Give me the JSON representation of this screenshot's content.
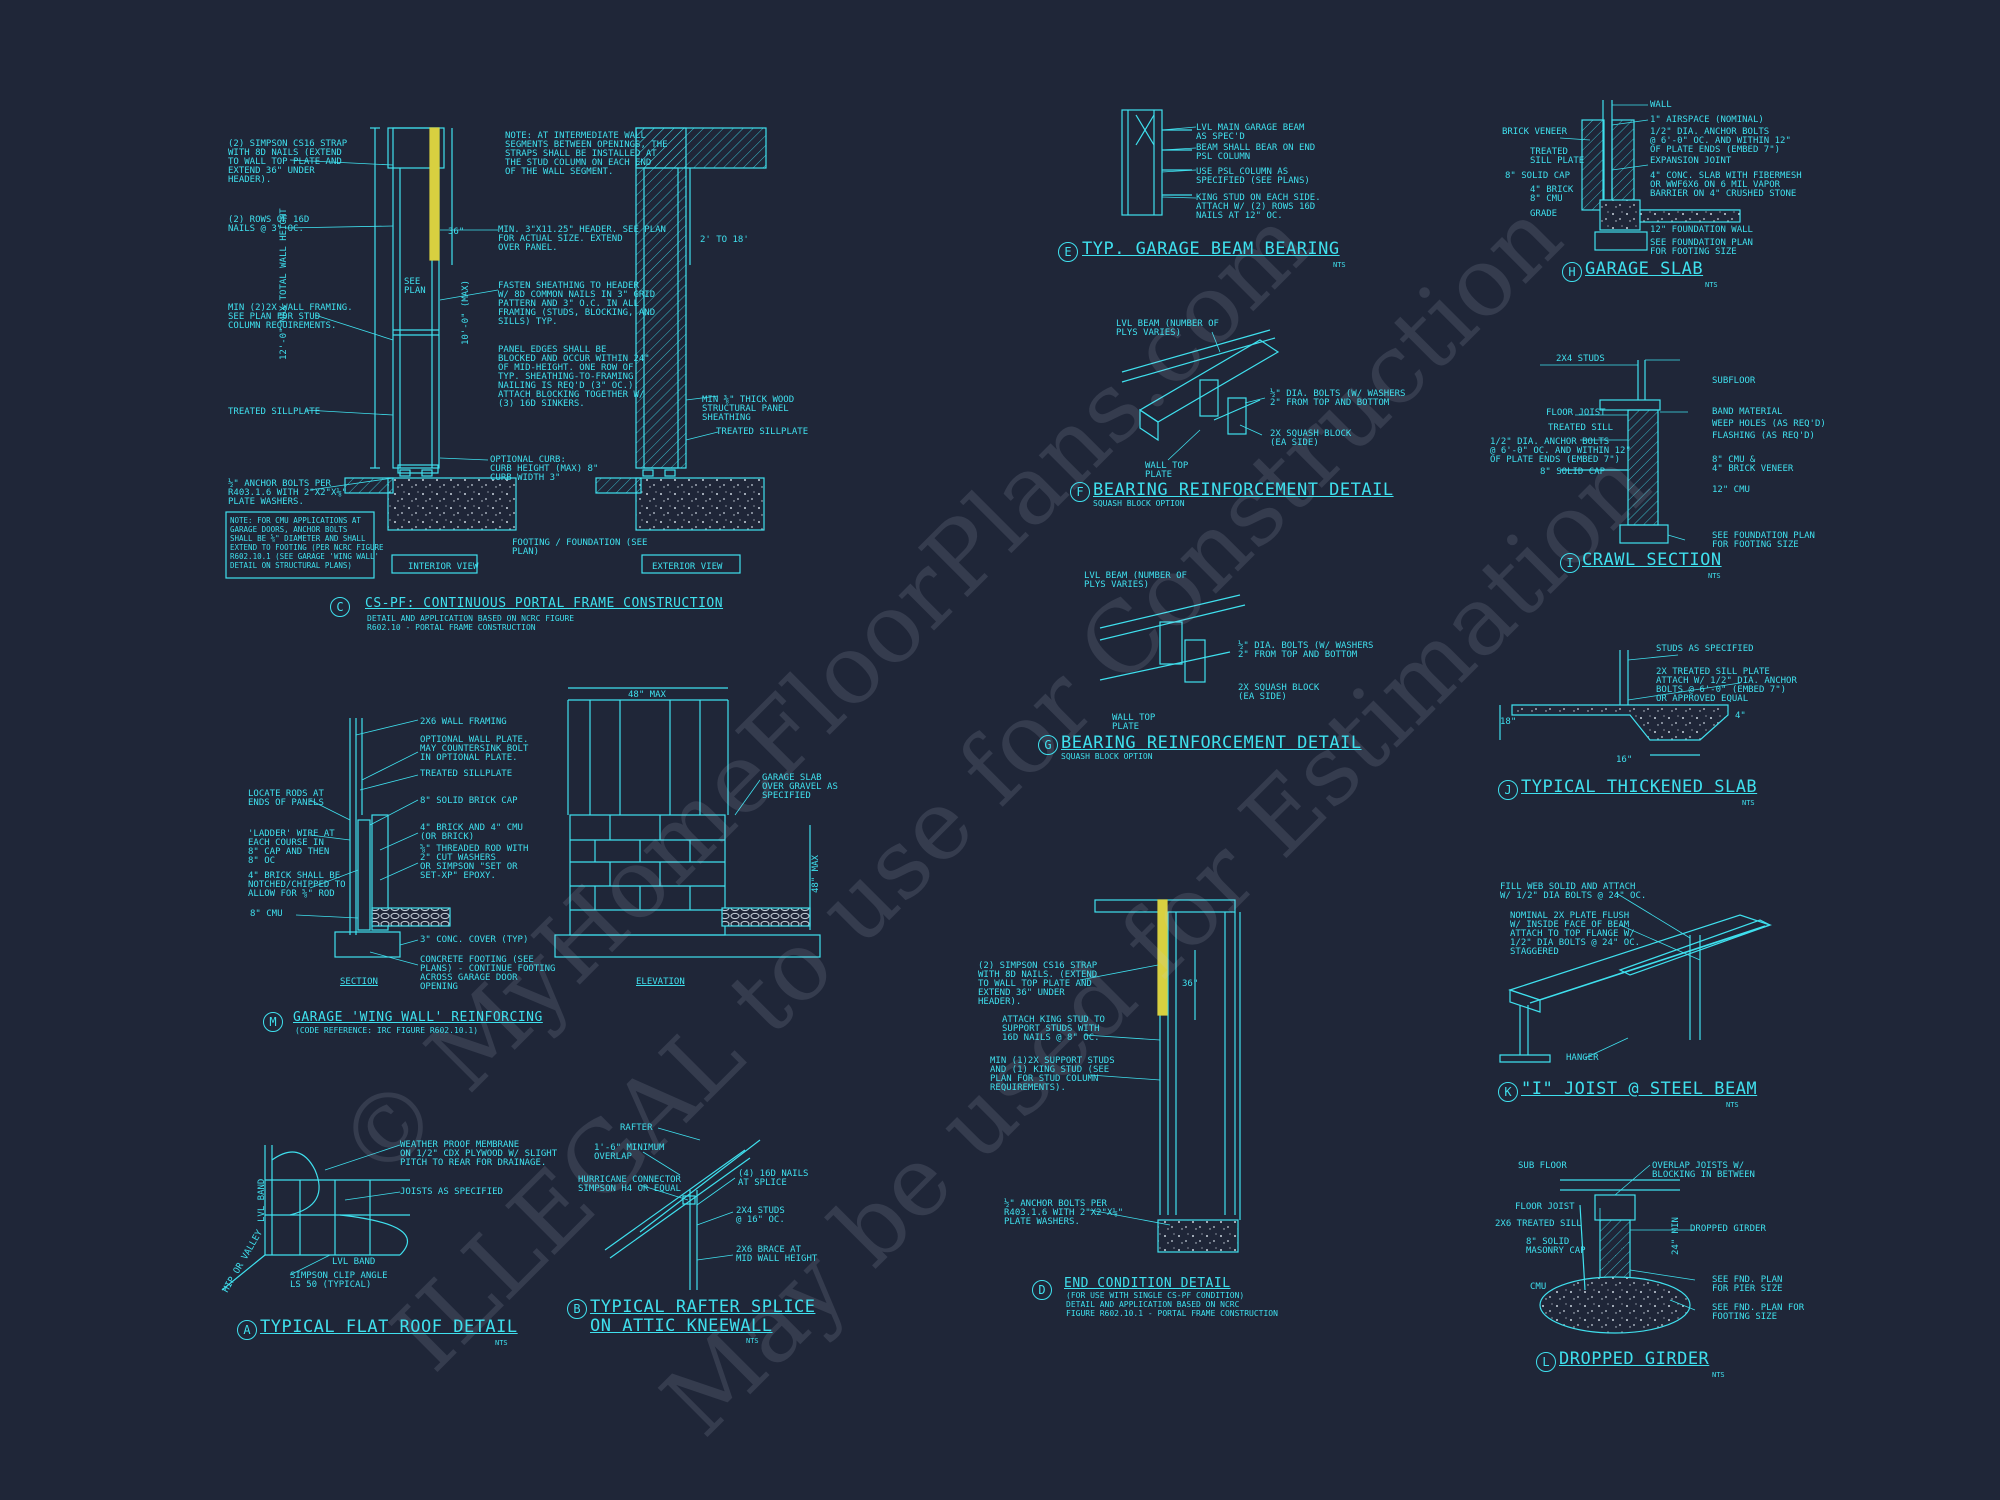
{
  "watermark": {
    "line1": "© MyHomeFloorPlans.com",
    "line2": "ILLEGAL to use for Construction",
    "line3": "May be used for Estimation"
  },
  "details": {
    "C": {
      "letter": "C",
      "title": "CS-PF: CONTINUOUS PORTAL FRAME CONSTRUCTION",
      "sub": "DETAIL AND APPLICATION BASED ON NCRC FIGURE\nR602.10 - PORTAL FRAME CONSTRUCTION",
      "interior": "INTERIOR VIEW",
      "exterior": "EXTERIOR VIEW",
      "n1": "(2) SIMPSON CS16 STRAP\nWITH 8d NAILS (EXTEND\nTO WALL TOP PLATE AND\nEXTEND 36\" UNDER\nHEADER).",
      "n2": "(2) ROWS OF 16d\nNAILS @ 3\" OC.",
      "n3": "MIN (2)2X WALL FRAMING.\nSEE PLAN FOR STUD\nCOLUMN REQUIREMENTS.",
      "n4": "TREATED SILLPLATE",
      "n5": "½\" ANCHOR BOLTS PER\nR403.1.6 WITH 2\"x2\"x⅛\"\nPLATE WASHERS.",
      "n6": "NOTE: FOR CMU APPLICATIONS AT\nGARAGE DOORS, ANCHOR BOLTS\nSHALL BE ⅝\" DIAMETER AND SHALL\nEXTEND TO FOOTING (PER NCRC FIGURE\nR602.10.1 (SEE GARAGE 'WING WALL'\nDETAIL ON STRUCTURAL PLANS)",
      "n7": "NOTE: AT INTERMEDIATE WALL\nSEGMENTS BETWEEN OPENINGS, THE\nSTRAPS SHALL BE INSTALLED AT\nTHE STUD COLUMN ON EACH END\nOF THE WALL SEGMENT.",
      "n8": "MIN. 3\"x11.25\" HEADER. SEE PLAN\nFOR ACTUAL SIZE. EXTEND\nOVER PANEL.",
      "n9": "FASTEN SHEATHING TO HEADER\nW/ 8d COMMON NAILS IN 3\" GRID\nPATTERN AND 3\" O.C. IN ALL\nFRAMING (STUDS, BLOCKING, AND\nSILLS) TYP.",
      "n10": "PANEL EDGES SHALL BE\nBLOCKED AND OCCUR WITHIN 24\"\nOF MID-HEIGHT. ONE ROW OF\nTYP. SHEATHING-TO-FRAMING\nNAILING IS REQ'D (3\" OC.).\nATTACH BLOCKING TOGETHER W/\n(3) 16d SINKERS.",
      "n11": "OPTIONAL CURB:\nCURB HEIGHT (MAX) 8\"\nCURB WIDTH 3\"",
      "n12": "FOOTING / FOUNDATION (SEE\nPLAN)",
      "n13": "MIN ⅜\" THICK WOOD\nSTRUCTURAL PANEL\nSHEATHING",
      "n14": "TREATED SILLPLATE",
      "d1": "36\"",
      "d2": "2' TO 18'",
      "d3": "SEE\nPLAN",
      "d4": "12'-0\" MAX TOTAL WALL HEIGHT",
      "d5": "10'-0\" (MAX)"
    },
    "E": {
      "letter": "E",
      "title": "TYP. GARAGE BEAM BEARING",
      "nts": "NTS",
      "n1": "LVL MAIN GARAGE BEAM\nAS SPEC'D",
      "n2": "BEAM SHALL BEAR ON END\nPSL COLUMN",
      "n3": "USE PSL COLUMN AS\nSPECIFIED (SEE PLANS)",
      "n4": "KING STUD ON EACH SIDE.\nATTACH W/ (2) ROWS 16D\nNAILS AT 12\" OC."
    },
    "F": {
      "letter": "F",
      "title": "BEARING REINFORCEMENT DETAIL",
      "sub": "SQUASH BLOCK OPTION",
      "n1": "LVL BEAM (NUMBER OF\nPLYS VARIES)",
      "n2": "½\" DIA. BOLTS (W/ WASHERS\n2\" FROM TOP AND BOTTOM",
      "n3": "2x SQUASH BLOCK\n(EA SIDE)",
      "n4": "WALL TOP\nPLATE"
    },
    "G": {
      "letter": "G",
      "title": "BEARING REINFORCEMENT DETAIL",
      "sub": "SQUASH BLOCK OPTION",
      "n1": "LVL BEAM (NUMBER OF\nPLYS VARIES)",
      "n2": "½\" DIA. BOLTS (W/ WASHERS\n2\" FROM TOP AND BOTTOM",
      "n3": "2x SQUASH BLOCK\n(EA SIDE)",
      "n4": "WALL TOP\nPLATE"
    },
    "H": {
      "letter": "H",
      "title": "GARAGE SLAB",
      "nts": "NTS",
      "n1": "WALL",
      "n2": "1\" AIRSPACE (NOMINAL)",
      "n3": "1/2\" DIA. ANCHOR BOLTS\n@ 6'-0\" OC. AND WITHIN 12\"\nOF PLATE ENDS (EMBED 7\")",
      "n4": "EXPANSION JOINT",
      "n5": "4\" CONC. SLAB WITH FIBERMESH\nOR WWF6X6 ON 6 MIL VAPOR\nBARRIER ON 4\" CRUSHED STONE",
      "n6": "12\" FOUNDATION WALL",
      "n7": "SEE FOUNDATION PLAN\nFOR FOOTING SIZE",
      "n8": "BRICK VENEER",
      "n9": "TREATED\nSILL PLATE",
      "n10": "8\" SOLID CAP",
      "n11": "4\" BRICK\n8\" CMU",
      "n12": "GRADE"
    },
    "I": {
      "letter": "I",
      "title": "CRAWL SECTION",
      "nts": "NTS",
      "n1": "2X4 STUDS",
      "n2": "SUBFLOOR",
      "n3": "FLOOR JOIST",
      "n4": "BAND MATERIAL",
      "n5": "TREATED SILL",
      "n6": "WEEP HOLES (AS REQ'D)",
      "n7": "1/2\" DIA. ANCHOR BOLTS\n@ 6'-0\" OC. AND WITHIN 12\"\nOF PLATE ENDS (EMBED 7\")",
      "n8": "FLASHING (AS REQ'D)",
      "n9": "8\" SOLID CAP",
      "n10": "8\" CMU &\n4\" BRICK VENEER",
      "n11": "12\" CMU",
      "n12": "SEE FOUNDATION PLAN\nFOR FOOTING SIZE"
    },
    "J": {
      "letter": "J",
      "title": "TYPICAL THICKENED SLAB",
      "nts": "NTS",
      "n1": "STUDS AS SPECIFIED",
      "n2": "2x TREATED SILL PLATE\nATTACH w/ 1/2\" dia. ANCHOR\nBOLTS @ 6'-0\" (EMBED 7\")\nOR APPROVED EQUAL",
      "d1": "18\"",
      "d2": "16\"",
      "d3": "4\""
    },
    "K": {
      "letter": "K",
      "title": "\"I\" JOIST @ STEEL BEAM",
      "nts": "NTS",
      "n1": "FILL WEB SOLID AND ATTACH\nW/ 1/2\" DIA BOLTS @ 24\" OC.",
      "n2": "NOMINAL 2x PLATE FLUSH\nW/ INSIDE FACE OF BEAM\nATTACH TO TOP FLANGE W/\n1/2\" DIA BOLTS @ 24\" OC.\nSTAGGERED",
      "n3": "HANGER"
    },
    "L": {
      "letter": "L",
      "title": "DROPPED GIRDER",
      "nts": "NTS",
      "n1": "SUB FLOOR",
      "n2": "OVERLAP JOISTS W/\nBLOCKING IN BETWEEN",
      "n3": "FLOOR JOIST",
      "n4": "2x6 TREATED SILL",
      "n5": "DROPPED GIRDER",
      "n6": "8\" SOLID\nMASONRY CAP",
      "n7": "CMU",
      "n8": "SEE FND. PLAN\nFOR PIER SIZE",
      "n9": "SEE FND. PLAN FOR\nFOOTING SIZE",
      "d1": "24\" MIN"
    },
    "M": {
      "letter": "M",
      "title": "GARAGE 'WING WALL' REINFORCING",
      "sub": "(CODE REFERENCE: IRC FIGURE R602.10.1)",
      "section": "SECTION",
      "elevation": "ELEVATION",
      "n1": "2x6 WALL FRAMING",
      "n2": "OPTIONAL WALL PLATE.\nMAY COUNTERSINK BOLT\nIN OPTIONAL PLATE.",
      "n3": "TREATED SILLPLATE",
      "n4": "8\" SOLID BRICK CAP",
      "n5": "4\" BRICK AND 4\" CMU\n(OR BRICK)",
      "n6": "⅝\" THREADED ROD WITH\n2\" CUT WASHERS\nOR SIMPSON \"SET OR\nSET-XP\" EPOXY.",
      "n7": "3\" CONC. COVER (TYP)",
      "n8": "CONCRETE FOOTING (SEE\nPLANS) - CONTINUE FOOTING\nACROSS GARAGE DOOR\nOPENING",
      "n9": "LOCATE RODS AT\nENDS OF PANELS",
      "n10": "'LADDER' WIRE AT\nEACH COURSE IN\n8\" CAP AND THEN\n8\" OC",
      "n11": "4\" BRICK SHALL BE\nNOTCHED/CHIPPED TO\nALLOW FOR ⅝\" ROD",
      "n12": "8\" CMU",
      "n13": "GARAGE SLAB\nOVER GRAVEL AS\nSPECIFIED",
      "d1": "48\" MAX",
      "d2": "48\" MAX"
    },
    "A": {
      "letter": "A",
      "title": "TYPICAL FLAT ROOF DETAIL",
      "nts": "NTS",
      "n1": "WEATHER PROOF MEMBRANE\nON 1/2\" CDX PLYWOOD W/ SLIGHT\nPITCH TO REAR FOR DRAINAGE.",
      "n2": "JOISTS AS SPECIFIED",
      "n3": "LVL BAND",
      "n4": "LVL BAND",
      "n5": "SIMPSON CLIP ANGLE\nLS 50 (TYPICAL)",
      "n6": "HIP OR VALLEY"
    },
    "B": {
      "letter": "B",
      "title": "TYPICAL RAFTER SPLICE",
      "title2": "ON ATTIC KNEEWALL",
      "nts": "NTS",
      "n1": "RAFTER",
      "n2": "1'-6\" MINIMUM\nOVERLAP",
      "n3": "HURRICANE CONNECTOR\nSIMPSON H4 OR EQUAL",
      "n4": "(4) 16d NAILS\nAT SPLICE",
      "n5": "2x4 STUDS\n@ 16\" OC.",
      "n6": "2x6 BRACE AT\nMID WALL HEIGHT"
    },
    "D": {
      "letter": "D",
      "title": "END CONDITION DETAIL",
      "sub": "(FOR USE WITH SINGLE CS-PF CONDITION)\nDETAIL AND APPLICATION BASED ON NCRC\nFIGURE R602.10.1 - PORTAL FRAME CONSTRUCTION",
      "n1": "(2) SIMPSON CS16 STRAP\nWITH 8d NAILS. (EXTEND\nTO WALL TOP PLATE AND\nEXTEND 36\" UNDER\nHEADER).",
      "n2": "ATTACH KING STUD TO\nSUPPORT STUDS WITH\n16d NAILS @ 8\" OC.",
      "n3": "MIN (1)2X SUPPORT STUDS\nAND (1) KING STUD (SEE\nPLAN FOR STUD COLUMN\nREQUIREMENTS).",
      "n4": "½\" ANCHOR BOLTS PER\nR403.1.6 WITH 2\"x2\"x⅛\"\nPLATE WASHERS.",
      "d1": "36\""
    }
  }
}
